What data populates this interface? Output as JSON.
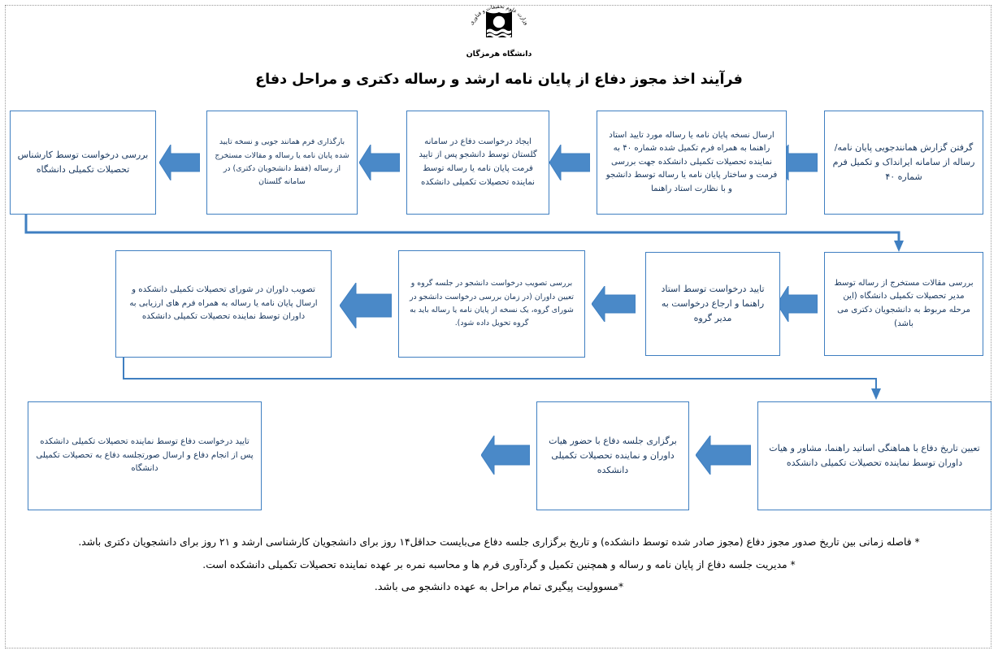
{
  "header": {
    "logo_icon": "university-book-emblem-icon",
    "logo_ring_text": "وزارت علوم تحقیقات و فناوری",
    "logo_caption": "دانشگاه هرمزگان"
  },
  "title": "فرآیند اخذ مجوز دفاع از پایان نامه ارشد و رساله دکتری و مراحل دفاع",
  "colors": {
    "box_border": "#3f7fc1",
    "box_text": "#17365d",
    "arrow_fill": "#4a89c8",
    "arrow_stroke": "#3f7fc1",
    "connector": "#3f7fc1",
    "title_text": "#000000"
  },
  "flow": {
    "row1": [
      {
        "id": "step-1",
        "text": "گرفتن گزارش همانندجویی  پایان نامه/ رساله از سامانه ایرانداک و تکمیل فرم شماره ۴۰"
      },
      {
        "id": "step-2",
        "text": "ارسال نسخه پایان نامه یا رساله مورد تایید استاد راهنما به همراه فرم تکمیل شده شماره ۴۰ به نماینده تحصیلات تکمیلی دانشکده جهت بررسی فرمت و ساختار پایان نامه یا رساله توسط دانشجو و با نظارت استاد راهنما"
      },
      {
        "id": "step-3",
        "text": "ایجاد درخواست دفاع در سامانه گلستان توسط دانشجو پس از تایید فرمت پایان نامه یا رساله توسط نماینده تحصیلات تکمیلی دانشکده"
      },
      {
        "id": "step-4",
        "text": "بارگذاری فرم همانند جویی و نسخه تایید شده پایان نامه یا رساله و مقالات مستخرج از رساله (فقط دانشجویان دکتری) در سامانه گلستان"
      },
      {
        "id": "step-5",
        "text": "بررسی درخواست توسط کارشناس تحصیلات تکمیلی دانشگاه"
      }
    ],
    "row2": [
      {
        "id": "step-6",
        "text": "بررسی مقالات مستخرج از رساله توسط مدیر تحصیلات تکمیلی دانشگاه (این مرحله مربوط به دانشجویان دکتری می باشد)"
      },
      {
        "id": "step-7",
        "text": "تایید درخواست توسط استاد راهنما و ارجاع درخواست به مدیر گروه"
      },
      {
        "id": "step-8",
        "text": "بررسی تصویب درخواست دانشجو در جلسه گروه و تعیین داوران (در زمان بررسی درخواست دانشجو در شورای گروه، یک نسخه از پایان نامه یا رساله باید به گروه تحویل داده شود)."
      },
      {
        "id": "step-9",
        "text": "تصویب داوران در شورای تحصیلات تکمیلی دانشکده و ارسال پایان نامه یا رساله به همراه فرم های ارزیابی به داوران توسط نماینده تحصیلات تکمیلی دانشکده"
      }
    ],
    "row3": [
      {
        "id": "step-10",
        "text": "تعیین تاریخ دفاع با هماهنگی اساتید راهنما، مشاور و هیات داوران توسط نماینده تحصیلات تکمیلی دانشکده"
      },
      {
        "id": "step-11",
        "text": "برگزاری جلسه دفاع با حضور هیات داوران و نماینده تحصیلات تکمیلی دانشکده"
      },
      {
        "id": "step-12",
        "text": "تایید درخواست دفاع توسط نماینده تحصیلات تکمیلی دانشکده پس از انجام دفاع و ارسال صورتجلسه دفاع به تحصیلات تکمیلی دانشگاه"
      }
    ]
  },
  "notes": [
    "* فاصله زمانی بین تاریخ صدور مجوز دفاع (مجوز صادر شده توسط دانشکده) و تاریخ برگزاری جلسه دفاع می‌بایست حداقل۱۴ روز برای دانشجویان کارشناسی ارشد و ۲۱ روز برای دانشجویان دکتری باشد.",
    "* مدیریت جلسه دفاع از پایان نامه و رساله و همچنین تکمیل و گردآوری فرم ها و محاسبه نمره بر عهده نماینده تحصیلات تکمیلی دانشکده است.",
    "*مسوولیت پیگیری تمام مراحل به عهده دانشجو می باشد."
  ]
}
